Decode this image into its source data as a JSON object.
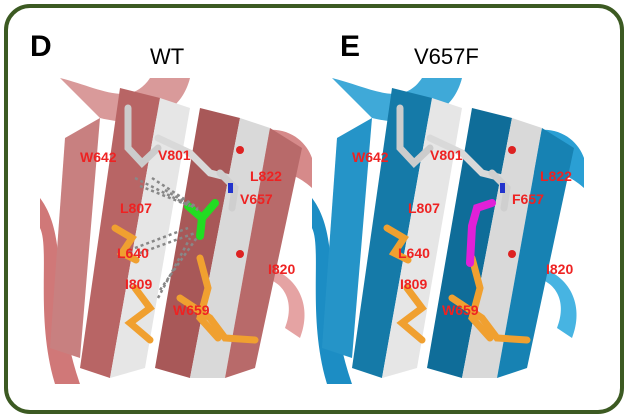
{
  "panels": [
    {
      "letter": "D",
      "title": "WT",
      "ribbon_color": "#c27677",
      "ligand_color": "#22dd22",
      "labels": {
        "W642": "W642",
        "V801": "V801",
        "L822": "L822",
        "L807": "L807",
        "V657": "V657",
        "L640": "L640",
        "I820": "I820",
        "I809": "I809",
        "W659": "W659"
      }
    },
    {
      "letter": "E",
      "title": "V657F",
      "ribbon_color": "#1f8fc2",
      "ligand_color": "#e020d8",
      "labels": {
        "W642": "W642",
        "V801": "V801",
        "L822": "L822",
        "L807": "L807",
        "F657": "F657",
        "L640": "L640",
        "I820": "I820",
        "I809": "I809",
        "W659": "W659"
      }
    }
  ],
  "colors": {
    "frame": "#3c5a22",
    "label": "#ee2222",
    "side_chain": "#f0a030",
    "strand_light": "#e8e8e8"
  }
}
